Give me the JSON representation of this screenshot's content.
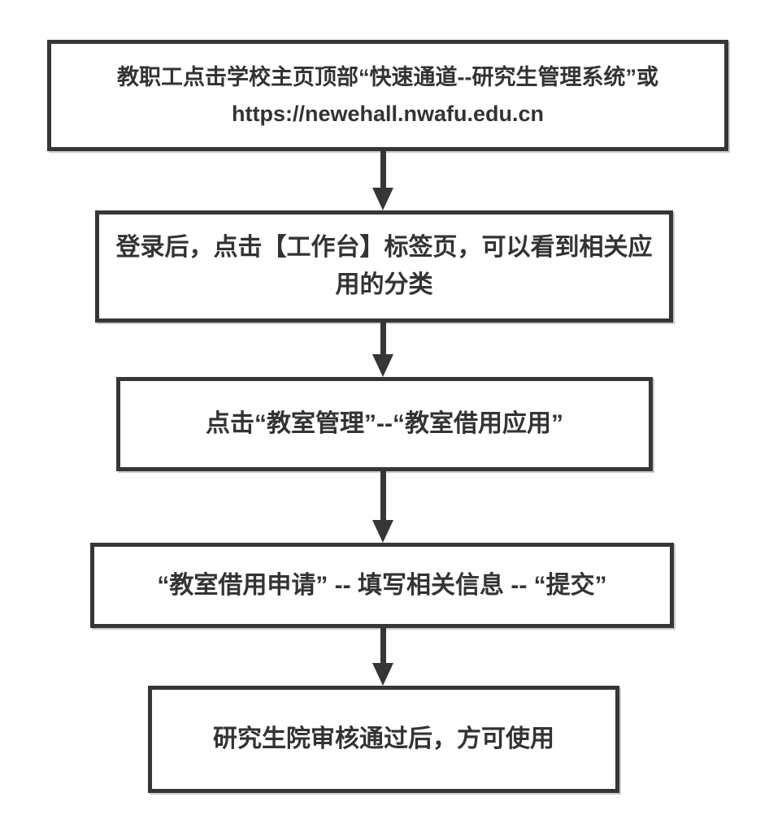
{
  "flowchart": {
    "type": "flowchart",
    "direction": "top-down",
    "colors": {
      "background": "#ffffff",
      "box_border": "#363636",
      "box_fill": "#ffffff",
      "text": "#333333",
      "arrow": "#363636"
    },
    "steps": [
      {
        "lines": [
          "教职工点击学校主页顶部“快速通道--研究生管理系统”或",
          "https://newehall.nwafu.edu.cn"
        ]
      },
      {
        "lines": [
          "登录后，点击【工作台】标签页，可以看到相关应用的分类"
        ]
      },
      {
        "lines": [
          "点击“教室管理”--“教室借用应用”"
        ]
      },
      {
        "lines": [
          "“教室借用申请” -- 填写相关信息 -- “提交”"
        ]
      },
      {
        "lines": [
          "研究生院审核通过后，方可使用"
        ]
      }
    ],
    "connections": [
      {
        "from_step": 1,
        "to_step": 2
      },
      {
        "from_step": 2,
        "to_step": 3
      },
      {
        "from_step": 3,
        "to_step": 4
      },
      {
        "from_step": 4,
        "to_step": 5
      }
    ]
  }
}
